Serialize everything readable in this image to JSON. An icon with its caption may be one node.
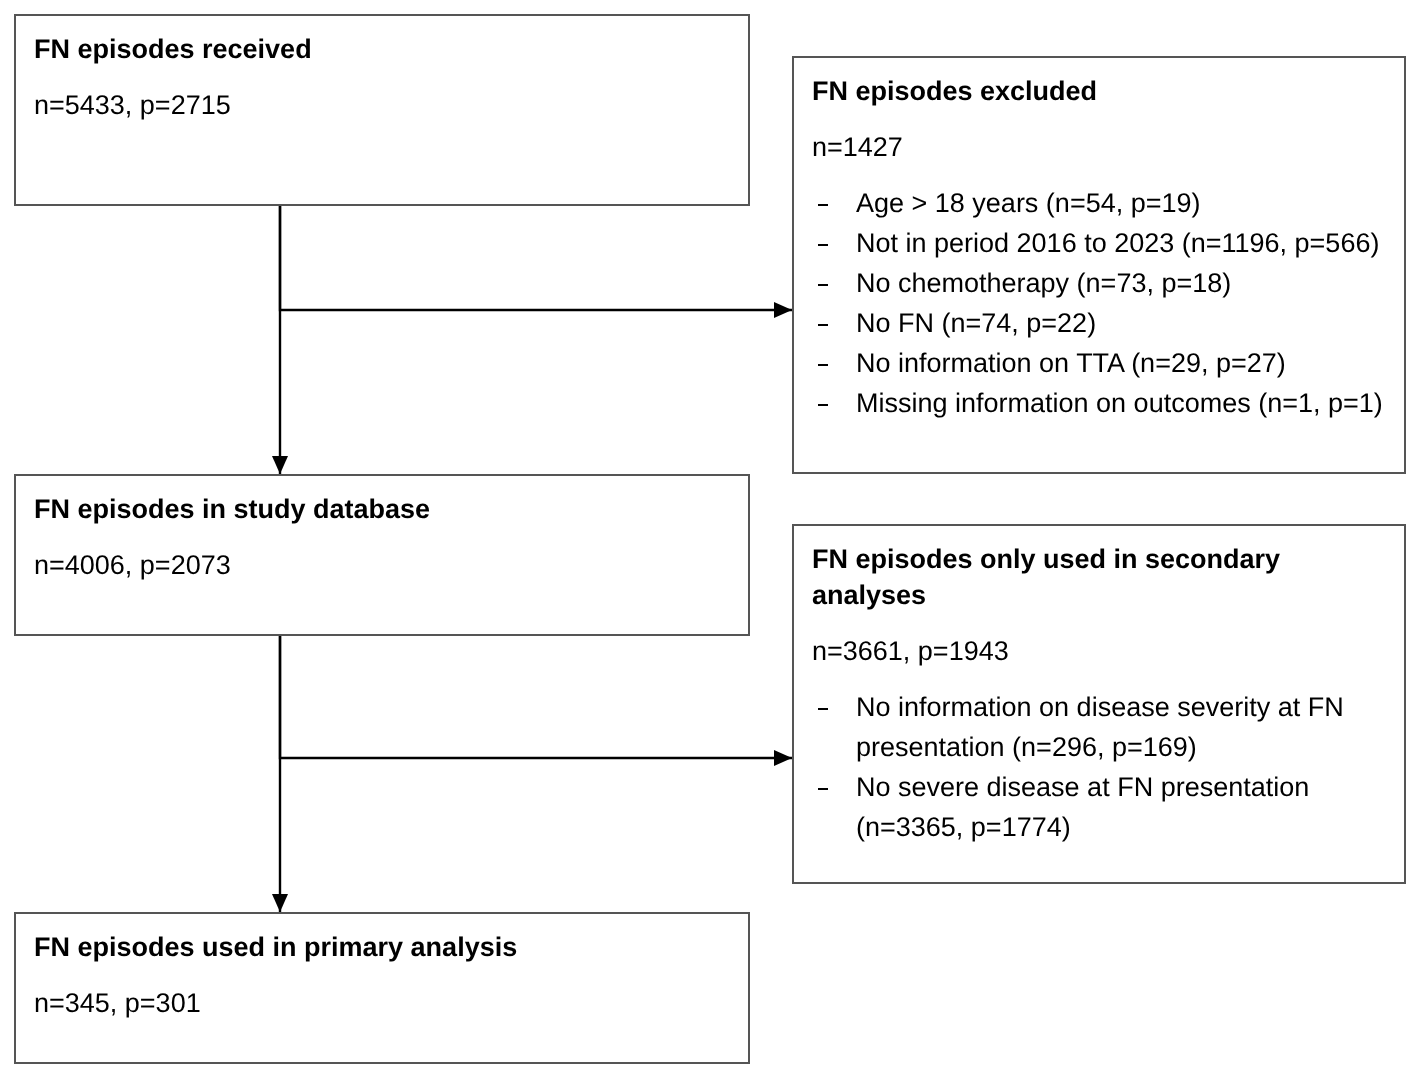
{
  "diagram": {
    "nodes": [
      {
        "text": [
          "FN episodes received",
          "n=5433, p=2715"
        ]
      },
      {
        "text": [
          "FN episodes excluded",
          "n=1427",
          "Age > 18 years (n=54, p=19)",
          "Not in period 2016 to 2023 (n=1196, p=566)",
          "No chemotherapy (n=73, p=18)",
          "No FN (n=74, p=22)",
          "No information on TTA (n=29, p=27)",
          "Missing information on outcomes (n=1, p=1)"
        ]
      },
      {
        "text": [
          "FN episodes in study database",
          "n=4006, p=2073"
        ]
      },
      {
        "text": [
          "FN episodes only used in secondary analyses",
          "n=3661, p=1943",
          "No information on disease severity at FN presentation (n=296, p=169)",
          "No severe disease at FN presentation (n=3365, p=1774)"
        ]
      },
      {
        "text": [
          "FN episodes used in primary analysis",
          "n=345, p=301"
        ]
      }
    ],
    "edges": [
      {
        "from": 0,
        "to": 2,
        "arrow": "to"
      },
      {
        "from": 0,
        "to": 1,
        "arrow": "to"
      },
      {
        "from": 2,
        "to": 4,
        "arrow": "to"
      },
      {
        "from": 2,
        "to": 3,
        "arrow": "to"
      }
    ]
  }
}
